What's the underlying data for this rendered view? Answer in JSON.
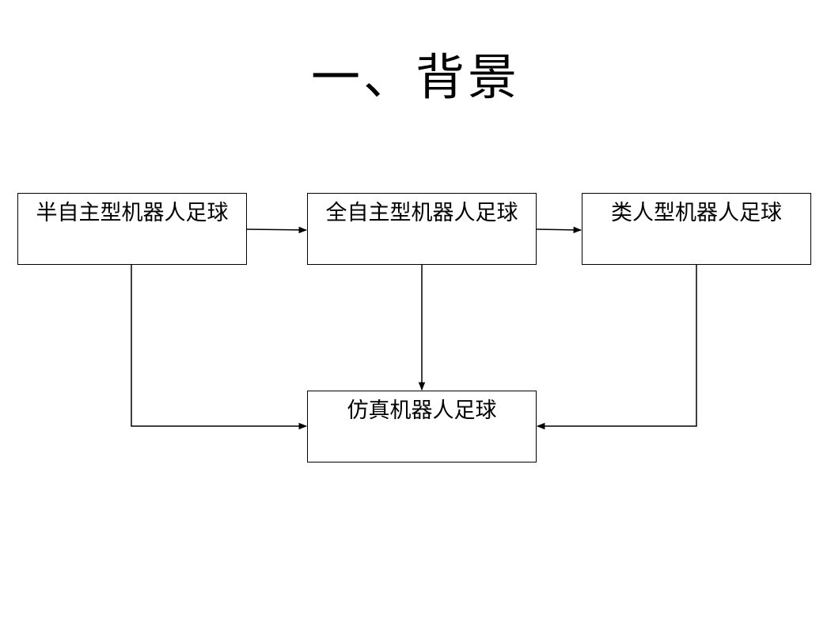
{
  "title": "一、背景",
  "nodes": {
    "semi_autonomous": "半自主型机器人足球",
    "fully_autonomous": "全自主型机器人足球",
    "humanoid": "类人型机器人足球",
    "simulation": "仿真机器人足球"
  },
  "colors": {
    "line": "#000000",
    "background": "#ffffff"
  }
}
